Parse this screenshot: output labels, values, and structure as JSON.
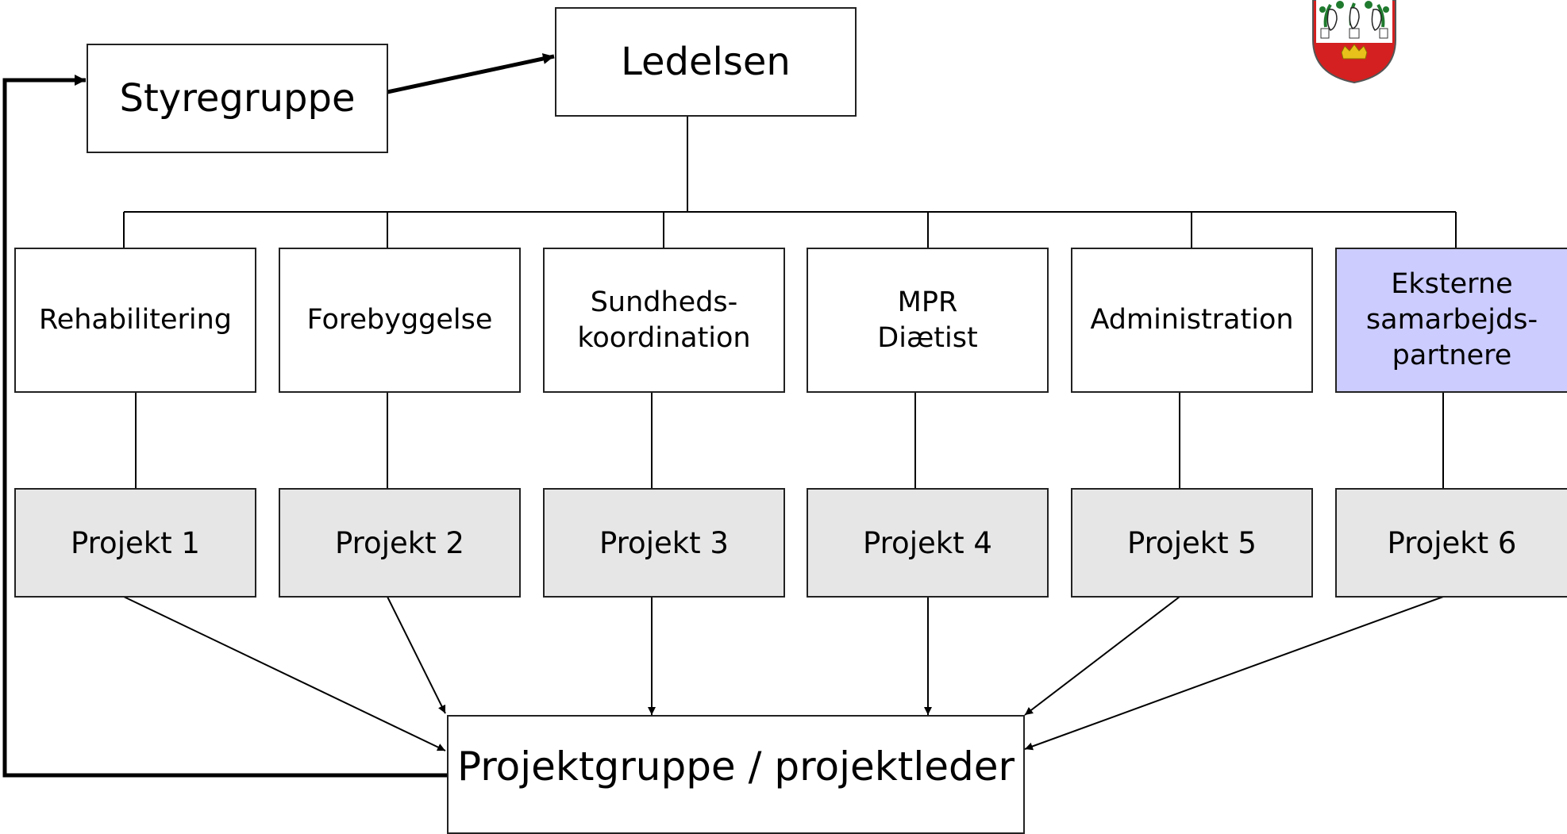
{
  "diagram": {
    "top": {
      "styregruppe": "Styregruppe",
      "ledelsen": "Ledelsen"
    },
    "departments": [
      "Rehabilitering",
      "Forebyggelse",
      "Sundheds-\nkoordination",
      "MPR\nDiætist",
      "Administration",
      "Eksterne\nsamarbejds-\npartnere"
    ],
    "projects": [
      "Projekt 1",
      "Projekt 2",
      "Projekt 3",
      "Projekt 4",
      "Projekt 5",
      "Projekt 6"
    ],
    "bottom": "Projektgruppe / projektleder"
  },
  "colors": {
    "project_fill": "#e6e6e6",
    "external_fill": "#ccccff",
    "crest_red": "#d42020",
    "crest_green": "#1f7a2e",
    "crest_gold": "#e8c21a"
  },
  "icons": {
    "logo": "municipal-coat-of-arms-icon"
  }
}
